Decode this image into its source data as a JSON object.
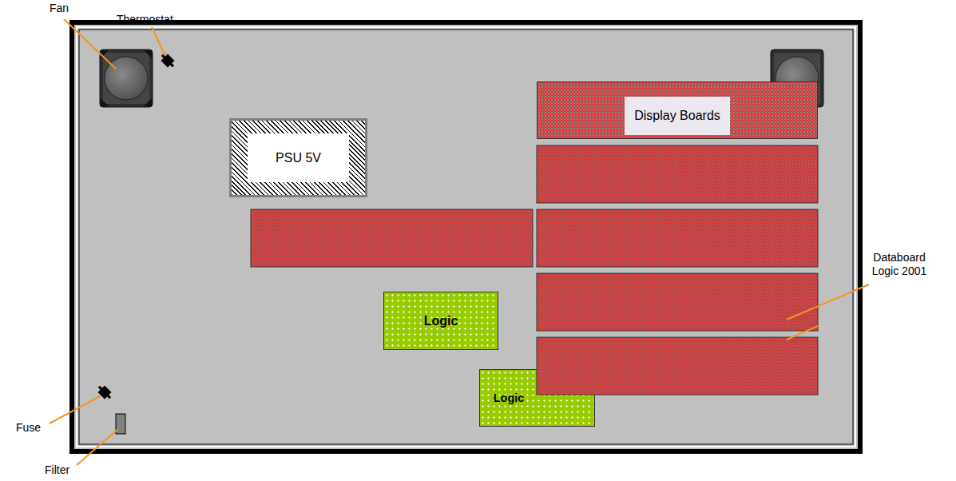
{
  "diagram": {
    "nodes": [
      {
        "text": [
          "Display Boards"
        ]
      },
      {
        "text": [
          "PSU 5V"
        ]
      },
      {
        "text": [
          "Logic"
        ]
      },
      {
        "text": [
          "Logic"
        ]
      }
    ],
    "labels": [
      "Fan",
      "Thermostat",
      "Fuse",
      "Filter",
      "Databoard Logic 2001"
    ]
  }
}
